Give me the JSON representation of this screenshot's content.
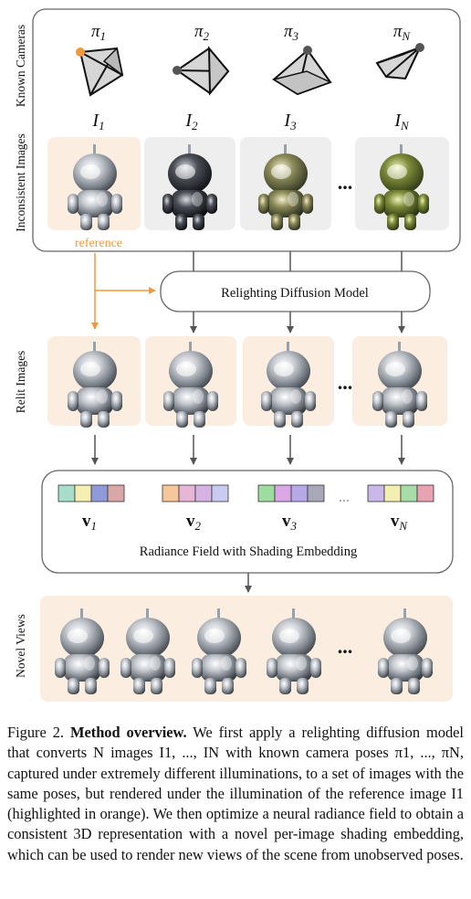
{
  "rows": {
    "known_cameras": "Known Cameras",
    "inconsistent_images": "Inconsistent Images",
    "relit_images": "Relit Images",
    "novel_views": "Novel Views"
  },
  "cameras": [
    "π1",
    "π2",
    "π3",
    "πN"
  ],
  "input_images": [
    "I1",
    "I2",
    "I3",
    "IN"
  ],
  "reference_label": "reference",
  "ellipsis": "...",
  "relighting_model": "Relighting Diffusion Model",
  "embeddings": [
    "v1",
    "v2",
    "v3",
    "vN"
  ],
  "radiance_field": "Radiance Field with Shading Embedding",
  "colors": {
    "reference_orange": "#ee9a3a",
    "reference_bg": "#fbeee0",
    "input_bg": "#eeeeee",
    "arrow_gray": "#555555"
  },
  "embedding_colors": [
    [
      "#a8dccb",
      "#f6efb3",
      "#8f9ad8",
      "#d9a7a7"
    ],
    [
      "#f5c79b",
      "#e6b6d6",
      "#d6b3e3",
      "#c9ccf0"
    ],
    [
      "#9fdc9f",
      "#dba7e6",
      "#b6a8e6",
      "#a8a8b8"
    ],
    [
      "#c9b8e8",
      "#f3efb0",
      "#a8dca8",
      "#e8a3b3"
    ]
  ],
  "caption": {
    "figure_label": "Figure 2.",
    "heading": "Method overview.",
    "body": "We first apply a relighting diffusion model that converts N images I1, ..., IN with known camera poses π1, ..., πN, captured under extremely different illuminations, to a set of images with the same poses, but rendered under the illumination of the reference image I1 (highlighted in orange). We then optimize a neural radiance field to obtain a consistent 3D representation with a novel per-image shading embedding, which can be used to render new views of the scene from unobserved poses."
  }
}
